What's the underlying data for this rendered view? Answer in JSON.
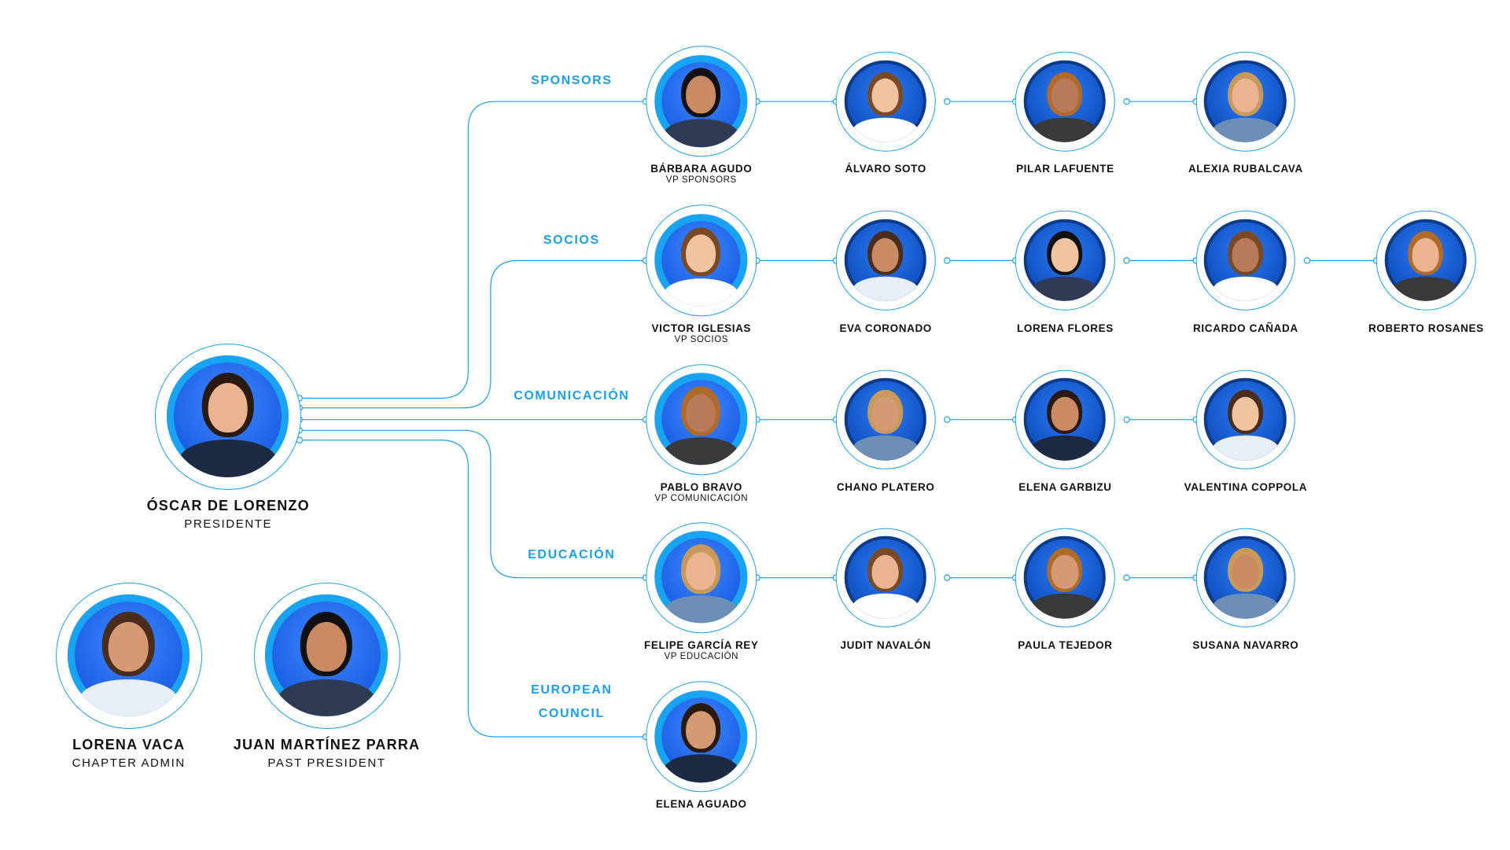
{
  "president": {
    "name": "ÓSCAR DE LORENZO",
    "role": "PRESIDENTE",
    "icon": "person-photo"
  },
  "admins": [
    {
      "name": "LORENA VACA",
      "role": "CHAPTER ADMIN"
    },
    {
      "name": "JUAN MARTÍNEZ PARRA",
      "role": "PAST PRESIDENT"
    }
  ],
  "branches": [
    {
      "label_lines": [
        "SPONSORS"
      ],
      "lead": {
        "name": "BÁRBARA AGUDO",
        "role": "VP SPONSORS"
      },
      "members": [
        {
          "name": "ÁLVARO SOTO"
        },
        {
          "name": "PILAR LAFUENTE"
        },
        {
          "name": "ALEXIA RUBALCAVA"
        }
      ]
    },
    {
      "label_lines": [
        "SOCIOS"
      ],
      "lead": {
        "name": "VICTOR IGLESIAS",
        "role": "VP SOCIOS"
      },
      "members": [
        {
          "name": "EVA CORONADO"
        },
        {
          "name": "LORENA FLORES"
        },
        {
          "name": "RICARDO CAÑADA"
        },
        {
          "name": "ROBERTO ROSANES"
        }
      ]
    },
    {
      "label_lines": [
        "COMUNICACIÓN"
      ],
      "lead": {
        "name": "PABLO BRAVO",
        "role": "VP COMUNICACIÓN"
      },
      "members": [
        {
          "name": "CHANO PLATERO"
        },
        {
          "name": "ELENA GARBIZU"
        },
        {
          "name": "VALENTINA COPPOLA"
        }
      ]
    },
    {
      "label_lines": [
        "EDUCACIÓN"
      ],
      "lead": {
        "name": "FELIPE GARCÍA REY",
        "role": "VP EDUCACIÓN"
      },
      "members": [
        {
          "name": "JUDIT NAVALÓN"
        },
        {
          "name": "PAULA TEJEDOR"
        },
        {
          "name": "SUSANA NAVARRO"
        }
      ]
    },
    {
      "label_lines": [
        "EUROPEAN",
        "COUNCIL"
      ],
      "lead": {
        "name": "ELENA AGUADO",
        "role": ""
      },
      "members": []
    }
  ],
  "colors": {
    "accent": "#1aa0e6",
    "avatar_blue": "#1f62e8",
    "ring_dark": "#0c3b8a",
    "text": "#111111"
  }
}
